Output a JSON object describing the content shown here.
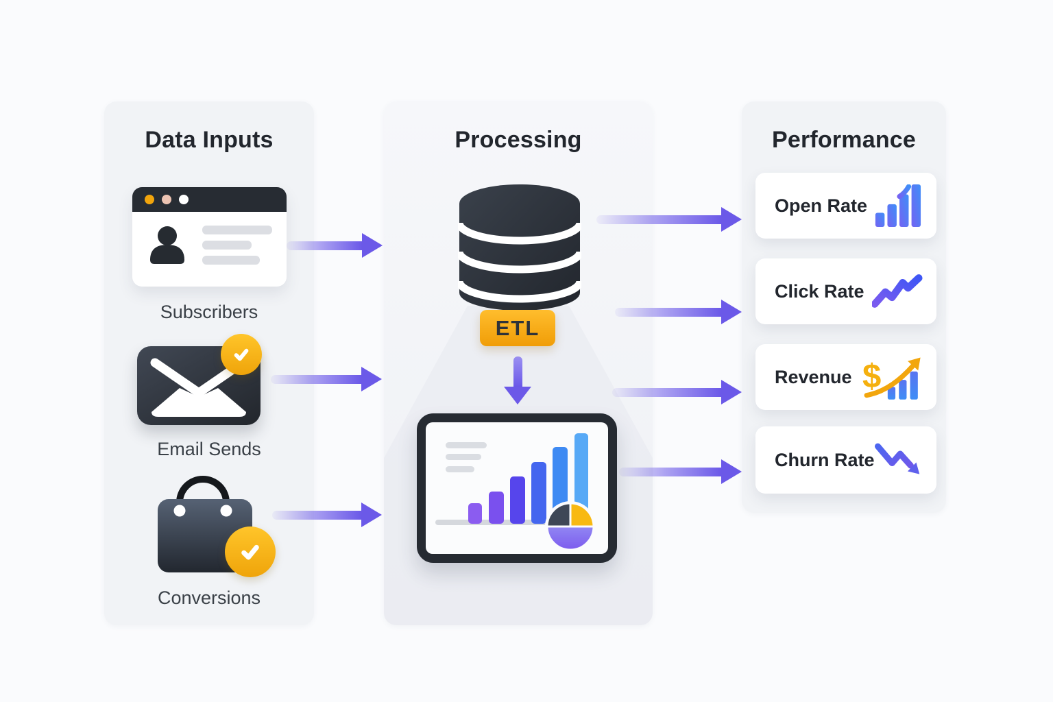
{
  "diagram": {
    "inputs": {
      "title": "Data Inputs",
      "items": [
        {
          "label": "Subscribers",
          "icon": "browser-profile-icon"
        },
        {
          "label": "Email Sends",
          "icon": "envelope-check-icon"
        },
        {
          "label": "Conversions",
          "icon": "shopping-bag-check-icon"
        }
      ]
    },
    "processing": {
      "title": "Processing",
      "badge_label": "ETL",
      "icons": [
        "database-icon",
        "dashboard-tablet-icon"
      ]
    },
    "performance": {
      "title": "Performance",
      "metrics": [
        {
          "label": "Open Rate",
          "icon": "bar-chart-rising-icon"
        },
        {
          "label": "Click Rate",
          "icon": "line-chart-rising-icon"
        },
        {
          "label": "Revenue",
          "icon": "dollar-growth-icon",
          "icon_glyph": "$"
        },
        {
          "label": "Churn Rate",
          "icon": "trend-down-arrow-icon"
        }
      ]
    },
    "flow": {
      "left_arrows": 3,
      "right_arrows": 4,
      "direction": "left-to-right"
    },
    "colors": {
      "accent_purple": "#6b59e8",
      "accent_yellow": "#f5ae0d",
      "dark_charcoal": "#272c33",
      "panel_bg": "#f1f3f6",
      "card_bg": "#ffffff",
      "blue": "#3f8ef8",
      "text_dark": "#22262d"
    }
  }
}
